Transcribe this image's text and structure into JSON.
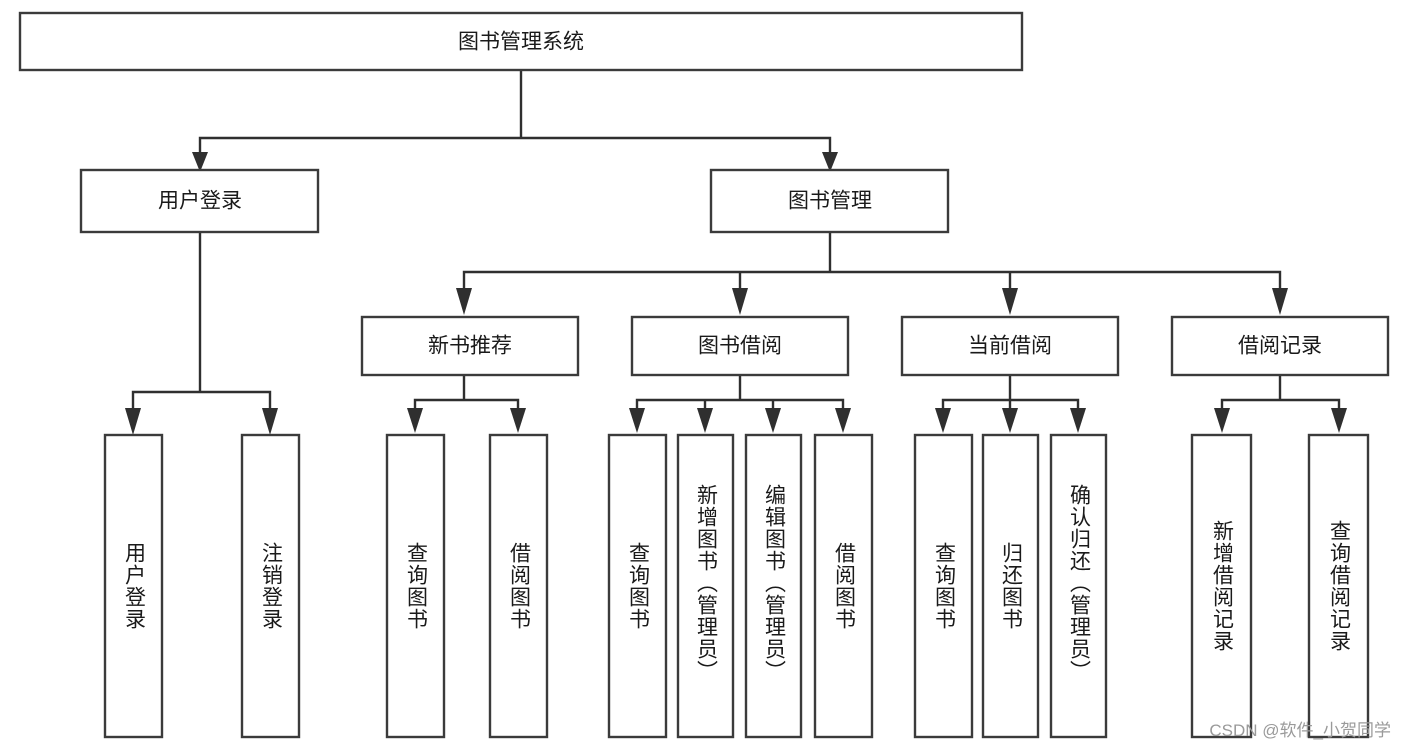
{
  "diagram": {
    "type": "tree-hierarchy-functional-decomposition",
    "root": {
      "id": "root",
      "label": "图书管理系统"
    },
    "level2": [
      {
        "id": "user-login",
        "label": "用户登录"
      },
      {
        "id": "book-manage",
        "label": "图书管理"
      }
    ],
    "level3": [
      {
        "id": "new-book-recommend",
        "label": "新书推荐",
        "parent": "book-manage"
      },
      {
        "id": "book-borrow",
        "label": "图书借阅",
        "parent": "book-manage"
      },
      {
        "id": "current-borrow",
        "label": "当前借阅",
        "parent": "book-manage"
      },
      {
        "id": "borrow-record",
        "label": "借阅记录",
        "parent": "book-manage"
      }
    ],
    "leaves": [
      {
        "id": "leaf-user-login",
        "label": "用户登录",
        "parent": "user-login"
      },
      {
        "id": "leaf-logout-login",
        "label": "注销登录",
        "parent": "user-login"
      },
      {
        "id": "leaf-query-book-1",
        "label": "查询图书",
        "parent": "new-book-recommend"
      },
      {
        "id": "leaf-borrow-book-1",
        "label": "借阅图书",
        "parent": "new-book-recommend"
      },
      {
        "id": "leaf-query-book-2",
        "label": "查询图书",
        "parent": "book-borrow"
      },
      {
        "id": "leaf-add-book",
        "label": "新增图书（管理员）",
        "parent": "book-borrow"
      },
      {
        "id": "leaf-edit-book",
        "label": "编辑图书（管理员）",
        "parent": "book-borrow"
      },
      {
        "id": "leaf-borrow-book-2",
        "label": "借阅图书",
        "parent": "book-borrow"
      },
      {
        "id": "leaf-query-book-3",
        "label": "查询图书",
        "parent": "current-borrow"
      },
      {
        "id": "leaf-return-book",
        "label": "归还图书",
        "parent": "current-borrow"
      },
      {
        "id": "leaf-confirm-return",
        "label": "确认归还（管理员）",
        "parent": "current-borrow"
      },
      {
        "id": "leaf-add-borrow-record",
        "label": "新增借阅记录",
        "parent": "borrow-record"
      },
      {
        "id": "leaf-query-borrow-record",
        "label": "查询借阅记录",
        "parent": "borrow-record"
      }
    ],
    "watermark": "CSDN @软件_小贺同学",
    "colors": {
      "box_fill": "#ffffff",
      "box_stroke": "#3b3b3b",
      "connector": "#2f2f2f",
      "label_text": "#1a1a1a",
      "watermark_text": "#9a9a9a",
      "background": "#ffffff"
    }
  }
}
